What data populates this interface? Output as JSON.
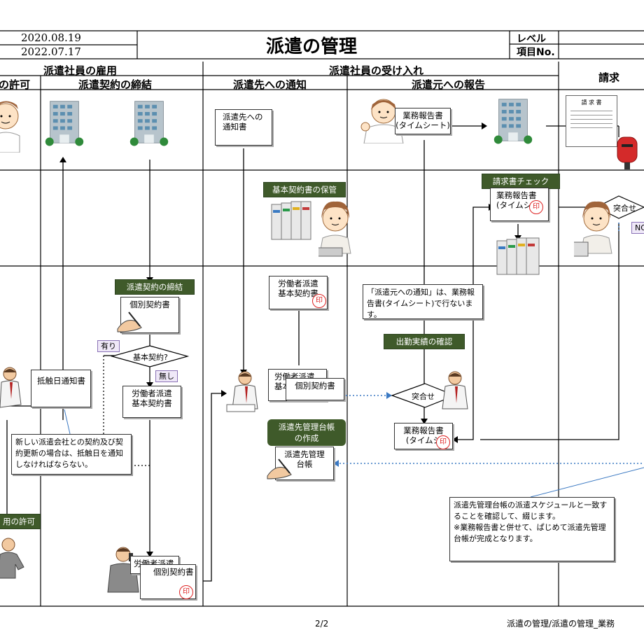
{
  "header": {
    "date1": "2020.08.19",
    "date2": "2022.07.17",
    "title": "派遣の管理",
    "level_label": "レベル",
    "item_no_label": "項目No."
  },
  "groups": {
    "hiring": "派遣社員の雇用",
    "receiving": "派遣社員の受け入れ",
    "billing": "請求"
  },
  "lanes": {
    "permit": "の許可",
    "contract": "派遣契約の締結",
    "notify": "派遣先への通知",
    "report": "派遣元への報告"
  },
  "tasks": {
    "contract_signing": "派遣契約の締結",
    "basic_storage": "基本契約書の保管",
    "invoice_check": "請求書チェック",
    "attendance_confirm": "出勤実績の確認",
    "ledger_create": "派遣先管理台帳\nの作成",
    "employment_permit": "用の許可"
  },
  "docs": {
    "notify_doc": "派遣先への\n通知書",
    "report_top": "業務報告書\n(タイムシート)",
    "report_check": "業務報告書\n(タイムシ",
    "individual_contract": "個別契約書",
    "worker_basic_contract": "労働者派遣\n基本契約書",
    "basic_contract_mid": "労働者派遣\n基本契約書",
    "basic_contract_low": "労働者派遣\n基本",
    "individual_contract_low": "個別契約書",
    "report_low": "業務報告書\n(タイムシ",
    "ledger_doc": "派遣先管理\n台帳",
    "conflict_notice": "抵触日通知書",
    "bottom_a": "労働者派遣",
    "bottom_b": "個別契約書"
  },
  "decisions": {
    "basic_contract": "基本契約?",
    "match_top": "突合せ",
    "match_mid": "突合せ"
  },
  "tags": {
    "yes": "有り",
    "no": "無し",
    "ng": "NG"
  },
  "seal_char": "印",
  "notes": {
    "notify_note": "「派遣元への通知」は、業務報\n告書(タイムシート)で行ないます。",
    "conflict_note": "新しい派遣会社との契約及び契\n約更新の場合は、抵触日を通知\nしなければならない。",
    "ledger_note": "派遣先管理台帳の派遣スケジュールと一致す\nることを確認して、綴じます。\n※業務報告書と併せて、ぱじめて派遣先管理\n台帳が完成となります。"
  },
  "invoice_heading": "請 求 書",
  "footer": {
    "page": "2/2",
    "path": "派遣の管理/派遣の管理_業務"
  }
}
